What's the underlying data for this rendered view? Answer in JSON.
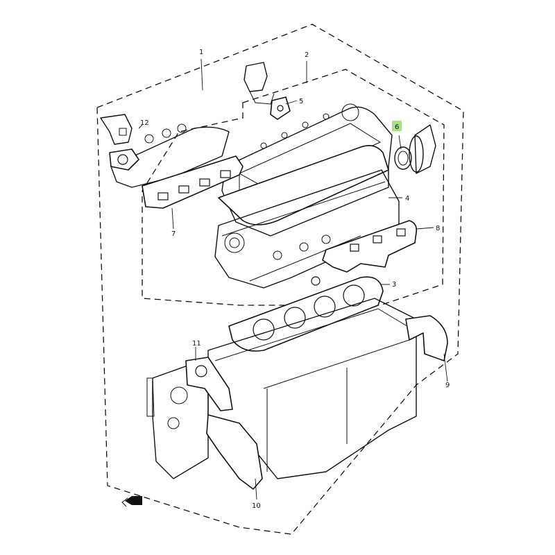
{
  "diagram": {
    "parts": [
      {
        "id": "1",
        "label": "1"
      },
      {
        "id": "2",
        "label": "2"
      },
      {
        "id": "3",
        "label": "3"
      },
      {
        "id": "4",
        "label": "4"
      },
      {
        "id": "5",
        "label": "5"
      },
      {
        "id": "6",
        "label": "6",
        "highlighted": true
      },
      {
        "id": "7",
        "label": "7"
      },
      {
        "id": "8",
        "label": "8"
      },
      {
        "id": "9",
        "label": "9"
      },
      {
        "id": "10",
        "label": "10"
      },
      {
        "id": "11",
        "label": "11"
      },
      {
        "id": "12",
        "label": "12"
      }
    ],
    "highlight_color": "#a8e08a",
    "front_arrow_icon": "front-arrow-icon"
  }
}
